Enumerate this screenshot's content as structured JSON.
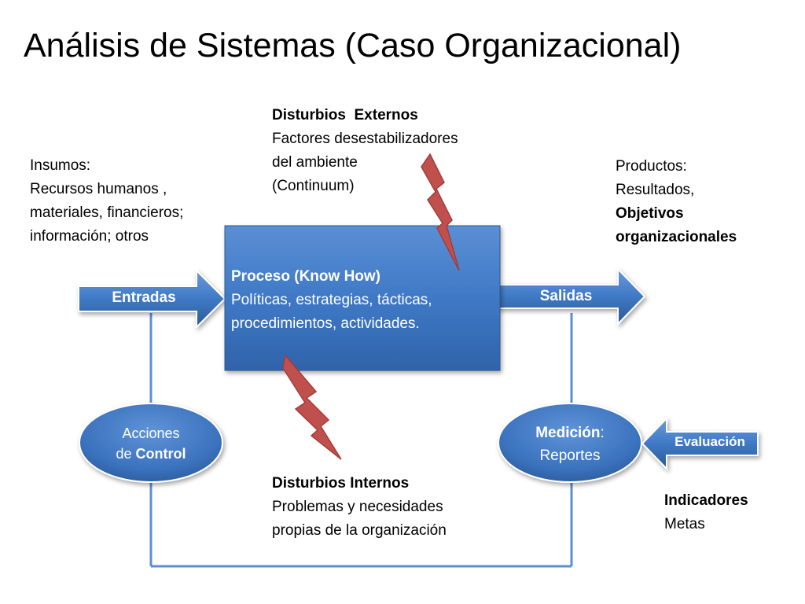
{
  "title": "Análisis de Sistemas (Caso Organizacional)",
  "insumos": {
    "line1": "Insumos:",
    "line2": "Recursos humanos ,",
    "line3": "materiales, financieros;",
    "line4": "información; otros"
  },
  "disturbios_externos": {
    "heading": "Disturbios  Externos",
    "line1": "Factores desestabilizadores",
    "line2": "del ambiente",
    "line3": "(Continuum)"
  },
  "productos": {
    "line1": "Productos:",
    "line2": "Resultados,",
    "line3": "Objetivos",
    "line4": "organizacionales"
  },
  "entradas_label": "Entradas",
  "salidas_label": "Salidas",
  "proceso": {
    "heading": "Proceso (Know How)",
    "line1": "Políticas, estrategias, tácticas,",
    "line2": "procedimientos, actividades."
  },
  "acciones": {
    "line1": "Acciones",
    "prefix": "de ",
    "bold": "Control"
  },
  "medicion": {
    "bold": "Medición",
    "suffix": ":",
    "line2": "Reportes"
  },
  "evaluacion_label": "Evaluación",
  "disturbios_internos": {
    "heading": "Disturbios Internos",
    "line1": "Problemas y necesidades",
    "line2": "propias de la organización"
  },
  "indicadores": {
    "heading": "Indicadores",
    "line1": "Metas"
  },
  "colors": {
    "blue_fill": "#4a7ebb",
    "blue_dark": "#2c5a91",
    "line_blue": "#5b8fd0",
    "lightning_red": "#c0504d"
  }
}
